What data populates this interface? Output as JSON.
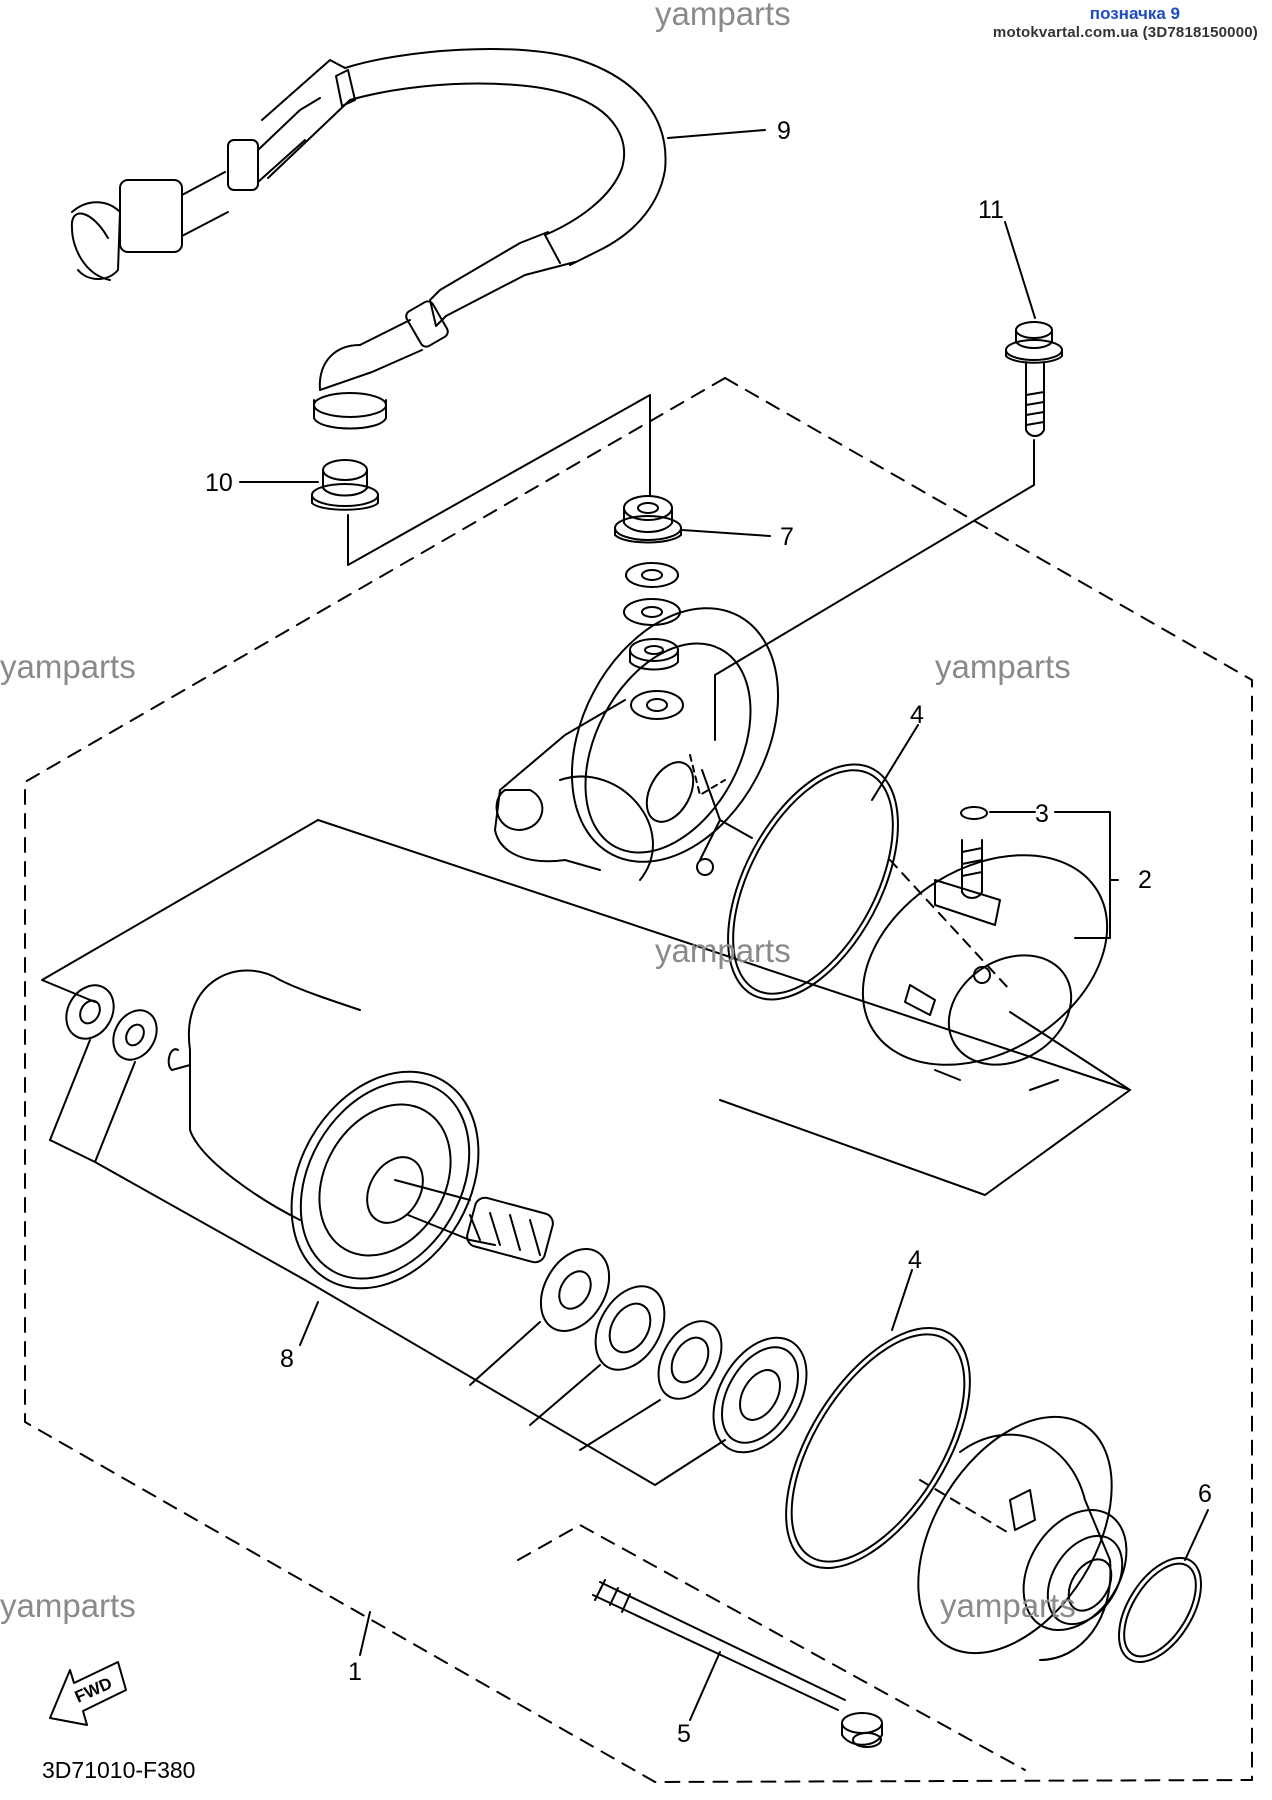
{
  "header": {
    "watermark_top": "yamparts",
    "badge_title": "позначка 9",
    "badge_source": "motokvartal.com.ua (3D7818150000)"
  },
  "watermarks": [
    "yamparts",
    "yamparts",
    "yamparts",
    "yamparts",
    "yamparts"
  ],
  "callouts": {
    "c1": "1",
    "c2": "2",
    "c3": "3",
    "c4a": "4",
    "c4b": "4",
    "c5": "5",
    "c6": "6",
    "c7": "7",
    "c8": "8",
    "c9": "9",
    "c10": "10",
    "c11": "11"
  },
  "fwd_label": "FWD",
  "diagram_code": "3D71010-F380"
}
